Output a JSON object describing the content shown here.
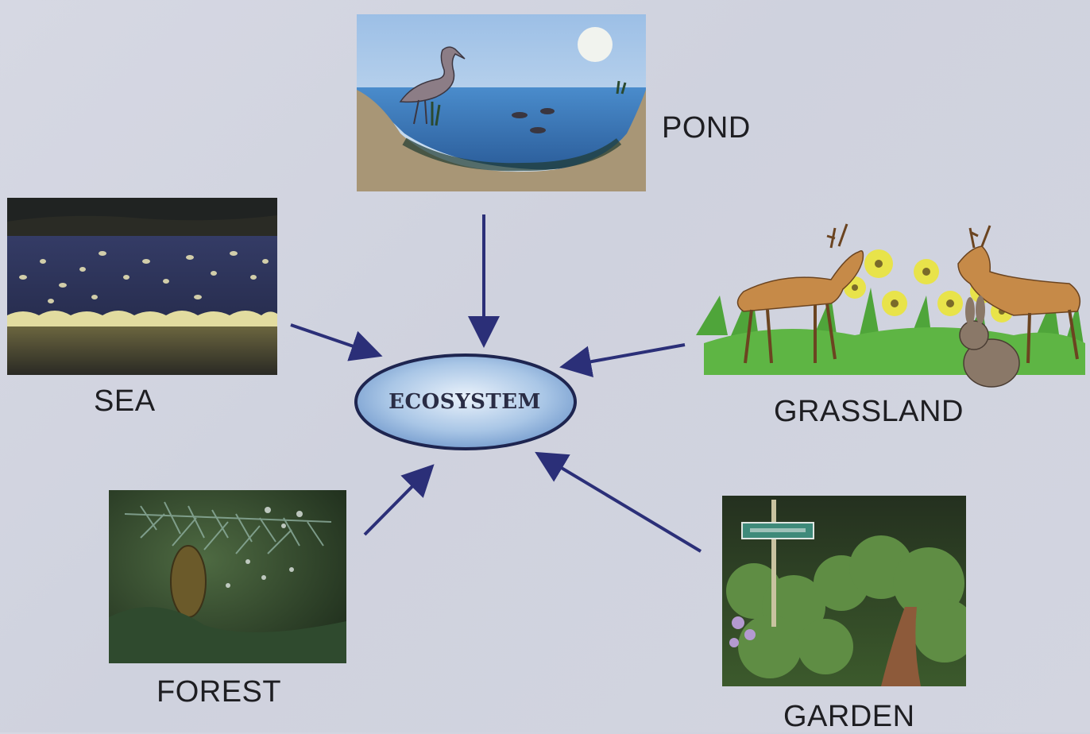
{
  "center": {
    "label": "ECOSYSTEM"
  },
  "ecosystems": {
    "pond": {
      "label": "POND"
    },
    "sea": {
      "label": "SEA"
    },
    "grassland": {
      "label": "GRASSLAND"
    },
    "forest": {
      "label": "FOREST"
    },
    "garden": {
      "label": "GARDEN"
    }
  },
  "colors": {
    "arrow": "#2b2f78",
    "center_fill": "#8fb3dd",
    "center_outline": "#1e2550",
    "background": "#d3d5e0"
  }
}
